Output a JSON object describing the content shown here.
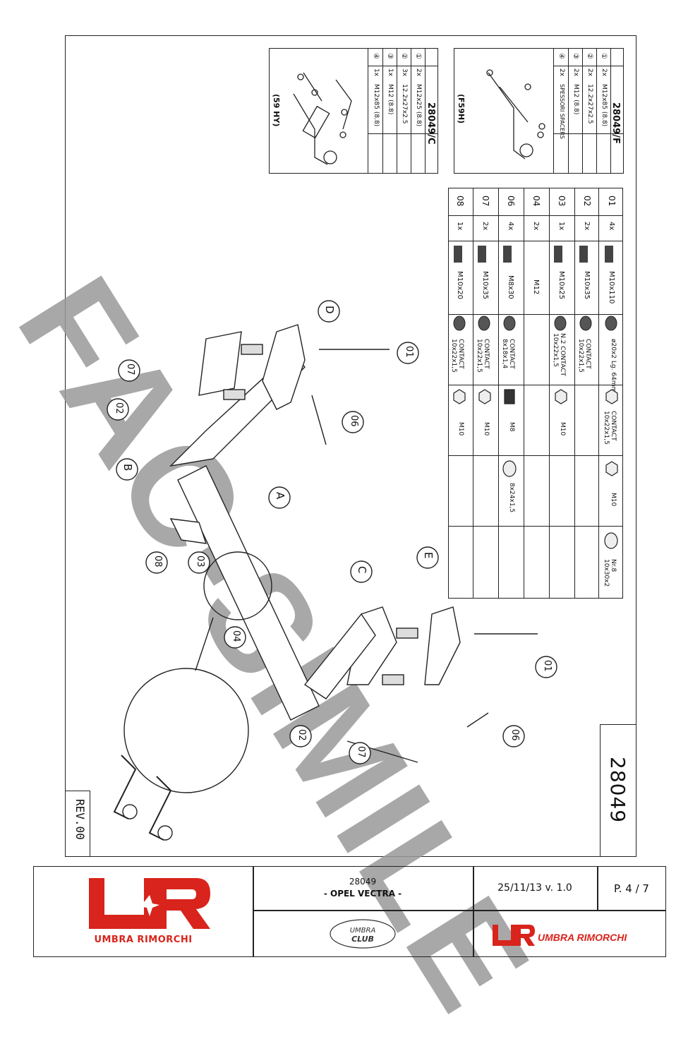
{
  "document": {
    "watermark": "FAC-SIMILE",
    "revision": "REV.00",
    "part_number": "28049"
  },
  "kit_c": {
    "title": "28049/C",
    "vehicle_code": "(59 HY)",
    "rows": [
      {
        "num": "①",
        "qty": "2x",
        "desc": "M12x25 (8.8)"
      },
      {
        "num": "②",
        "qty": "3x",
        "desc": "12.2x27x2.5"
      },
      {
        "num": "③",
        "qty": "1x",
        "desc": "M12 (8.8)"
      },
      {
        "num": "④",
        "qty": "1x",
        "desc": "M12x85 (8.8)"
      }
    ]
  },
  "kit_f": {
    "title": "28049/F",
    "vehicle_code": "(F59H)",
    "rows": [
      {
        "num": "①",
        "qty": "2x",
        "desc": "M12x85 (8.8)"
      },
      {
        "num": "②",
        "qty": "2x",
        "desc": "12.2x27x2.5"
      },
      {
        "num": "③",
        "qty": "2x",
        "desc": "M12 (8.8)"
      },
      {
        "num": "④",
        "qty": "2x",
        "desc": "SPESSORI SPACERS"
      }
    ]
  },
  "parts_table": {
    "rows": [
      {
        "id": "01",
        "qty": "4x",
        "bolt": "M10x110",
        "item3": "ø20x2 Lg. 64mm",
        "item4": "CONTACT 10x22x1,5",
        "item5": "M10",
        "item6": "Nr.8 10x30x2"
      },
      {
        "id": "02",
        "qty": "2x",
        "bolt": "M10x35",
        "item3": "CONTACT 10x22x1,5",
        "item4": "",
        "item5": "",
        "item6": ""
      },
      {
        "id": "03",
        "qty": "1x",
        "bolt": "M10x25",
        "item3": "N.2 CONTACT 10x22x1,5",
        "item4": "M10",
        "item5": "",
        "item6": ""
      },
      {
        "id": "04",
        "qty": "2x",
        "bolt": "M12",
        "item3": "",
        "item4": "",
        "item5": "",
        "item6": ""
      },
      {
        "id": "06",
        "qty": "4x",
        "bolt": "M8x30",
        "item3": "CONTACT 8x18x1,4",
        "item4": "M8",
        "item5": "8x24x1,5",
        "item6": ""
      },
      {
        "id": "07",
        "qty": "2x",
        "bolt": "M10x35",
        "item3": "CONTACT 10x22x1,5",
        "item4": "M10",
        "item5": "",
        "item6": ""
      },
      {
        "id": "08",
        "qty": "1x",
        "bolt": "M10x20",
        "item3": "CONTACT 10x22x1,5",
        "item4": "M10",
        "item5": "",
        "item6": ""
      }
    ]
  },
  "callouts": {
    "A": "A",
    "B": "B",
    "C": "C",
    "D": "D",
    "E": "E",
    "c01a": "01",
    "c01b": "01",
    "c02a": "02",
    "c02b": "02",
    "c03": "03",
    "c04": "04",
    "c06a": "06",
    "c06b": "06",
    "c07a": "07",
    "c07b": "07",
    "c08": "08"
  },
  "title_block": {
    "logo_mark": "UR",
    "logo_text": "UMBRA RIMORCHI",
    "code": "28049",
    "model": "- OPEL VECTRA -",
    "date_version": "25/11/13 v. 1.0",
    "page": "P. 4 / 7",
    "stamp": "UMBRA CLUB",
    "brand_mark": "UR",
    "brand_text": "UMBRA RIMORCHI"
  },
  "colors": {
    "brand_red": "#d8241c",
    "watermark_gray": "#9a9a9a",
    "ink": "#111111"
  }
}
